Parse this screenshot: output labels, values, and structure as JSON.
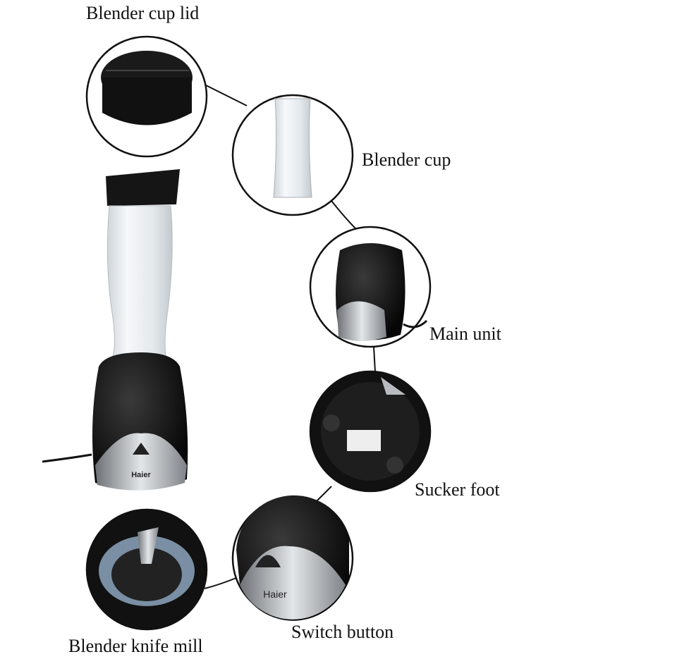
{
  "labels": {
    "lid": "Blender cup lid",
    "cup": "Blender cup",
    "main_unit": "Main unit",
    "sucker_foot": "Sucker foot",
    "switch_button": "Switch button",
    "knife_mill": "Blender knife mill"
  },
  "brand": "Haier",
  "colors": {
    "body": "#111111",
    "steel": "#b8bcc0",
    "cup": "#e8ecef",
    "line": "#111111"
  }
}
